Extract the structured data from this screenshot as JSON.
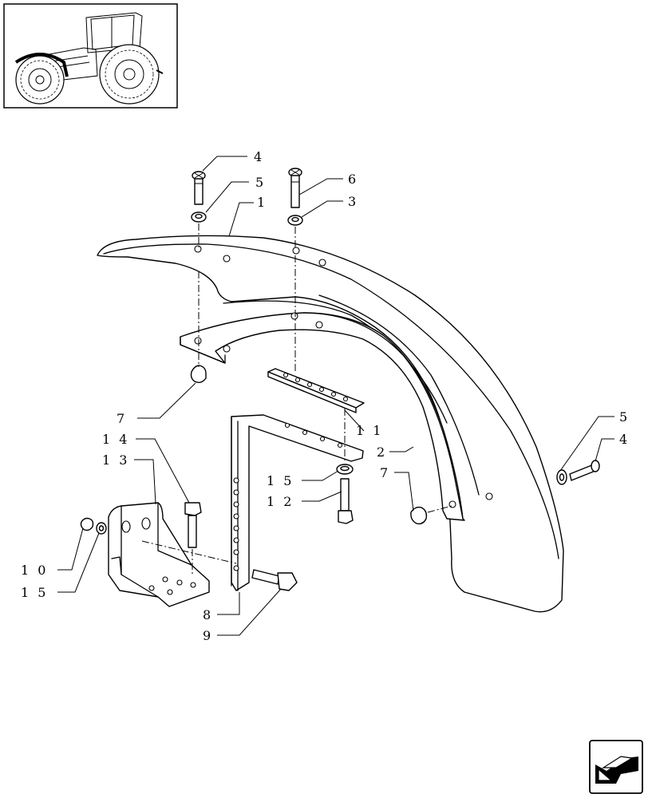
{
  "callouts": {
    "c4_top": "4",
    "c5_top": "5",
    "c1": "1",
    "c6": "6",
    "c3": "3",
    "c7_left": "7",
    "c14": "1 4",
    "c13": "1 3",
    "c11": "1 1",
    "c2": "2",
    "c15_mid": "1 5",
    "c12": "1 2",
    "c7_right": "7",
    "c5_right": "5",
    "c4_right": "4",
    "c10": "1 0",
    "c15_left": "1 5",
    "c8": "8",
    "c9": "9"
  }
}
